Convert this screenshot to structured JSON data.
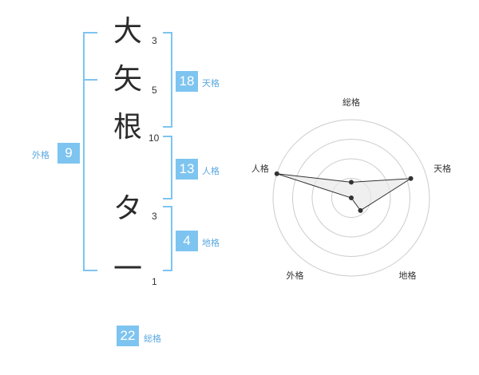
{
  "characters": [
    {
      "char": "大",
      "strokes": "3"
    },
    {
      "char": "矢",
      "strokes": "5"
    },
    {
      "char": "根",
      "strokes": "10"
    },
    {
      "char": "タ",
      "strokes": "3"
    },
    {
      "char": "一",
      "strokes": "1"
    }
  ],
  "fortune": {
    "tenkaku": {
      "value": "18",
      "label": "天格"
    },
    "jinkaku": {
      "value": "13",
      "label": "人格"
    },
    "chikaku": {
      "value": "4",
      "label": "地格"
    },
    "gaikaku": {
      "value": "9",
      "label": "外格"
    },
    "soukaku": {
      "value": "22",
      "label": "総格"
    }
  },
  "radar": {
    "axes": [
      "総格",
      "天格",
      "地格",
      "外格",
      "人格"
    ],
    "levels": 4,
    "values": [
      1,
      4,
      1,
      0,
      5
    ],
    "max": 5
  },
  "colors": {
    "accent": "#7ec4f0",
    "radar_fill": "#e8e8e8",
    "radar_grid": "#cccccc"
  }
}
